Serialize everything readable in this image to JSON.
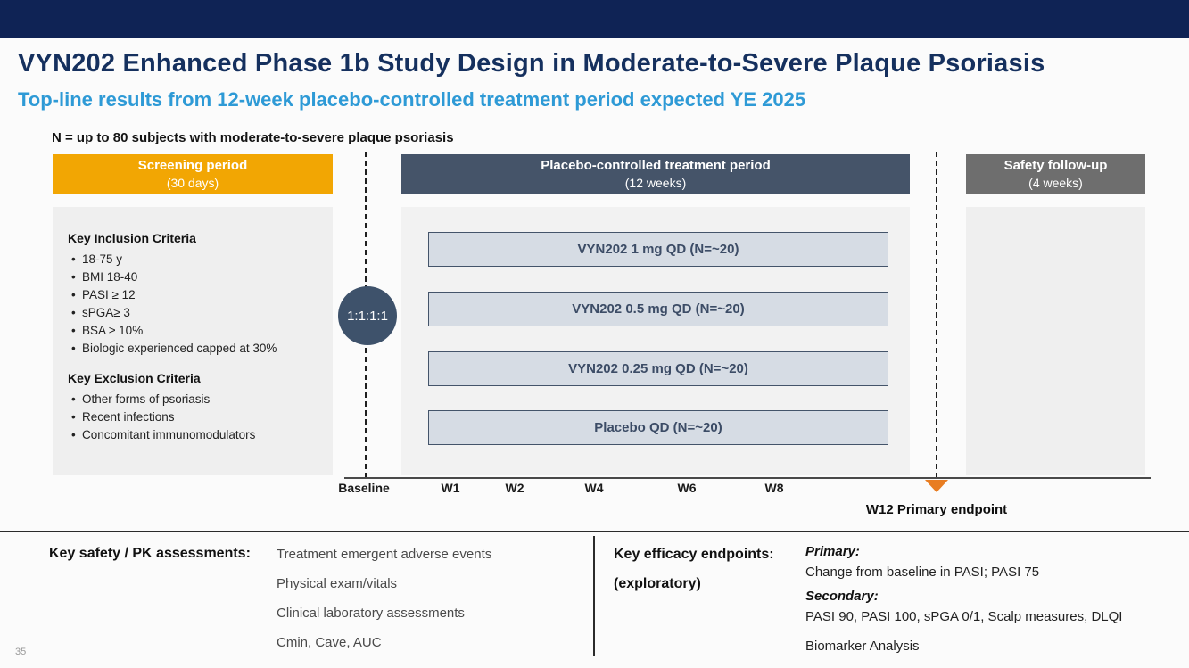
{
  "slide": {
    "title": "VYN202 Enhanced Phase 1b Study Design in Moderate-to-Severe Plaque Psoriasis",
    "subtitle": "Top-line results from 12-week placebo-controlled treatment period expected YE 2025",
    "population_note": "N = up to 80 subjects with moderate-to-severe plaque psoriasis",
    "page_number": "35"
  },
  "colors": {
    "top_bar_navy": "#0f2355",
    "title_navy": "#15305e",
    "subtitle_blue": "#2e9ad6",
    "screening_orange": "#f2a603",
    "treatment_slate": "#455469",
    "safety_gray": "#6e6e6e",
    "panel_gray": "#efefef",
    "arm_fill": "#d6dce4",
    "arm_border": "#44546a",
    "endpoint_orange": "#e87d22"
  },
  "periods": {
    "screening": {
      "label": "Screening period",
      "duration": "(30 days)"
    },
    "treatment": {
      "label": "Placebo-controlled treatment period",
      "duration": "(12 weeks)"
    },
    "safety": {
      "label": "Safety follow-up",
      "duration": "(4 weeks)"
    }
  },
  "inclusion": {
    "heading": "Key Inclusion Criteria",
    "items": [
      "18-75 y",
      "BMI 18-40",
      "PASI ≥ 12",
      "sPGA≥ 3",
      "BSA ≥ 10%",
      "Biologic experienced capped at 30%"
    ]
  },
  "exclusion": {
    "heading": "Key Exclusion Criteria",
    "items": [
      "Other forms of psoriasis",
      "Recent infections",
      "Concomitant immunomodulators"
    ]
  },
  "randomization": {
    "ratio": "1:1:1:1"
  },
  "arms": [
    "VYN202 1 mg QD (N=~20)",
    "VYN202 0.5 mg QD (N=~20)",
    "VYN202 0.25 mg QD (N=~20)",
    "Placebo QD (N=~20)"
  ],
  "timeline": {
    "ticks": [
      "Baseline",
      "W1",
      "W2",
      "W4",
      "W6",
      "W8"
    ],
    "endpoint_label": "W12 Primary endpoint"
  },
  "safety_assessments": {
    "heading": "Key safety / PK assessments:",
    "items": [
      "Treatment emergent adverse events",
      "Physical exam/vitals",
      "Clinical laboratory assessments",
      "Cmin, Cave, AUC"
    ]
  },
  "efficacy": {
    "heading": "Key efficacy endpoints:",
    "subheading": "(exploratory)",
    "primary_label": "Primary:",
    "primary_text": "Change from baseline in PASI; PASI 75",
    "secondary_label": "Secondary:",
    "secondary_text": "PASI 90, PASI 100, sPGA 0/1, Scalp measures, DLQI",
    "biomarker_text": "Biomarker Analysis"
  }
}
